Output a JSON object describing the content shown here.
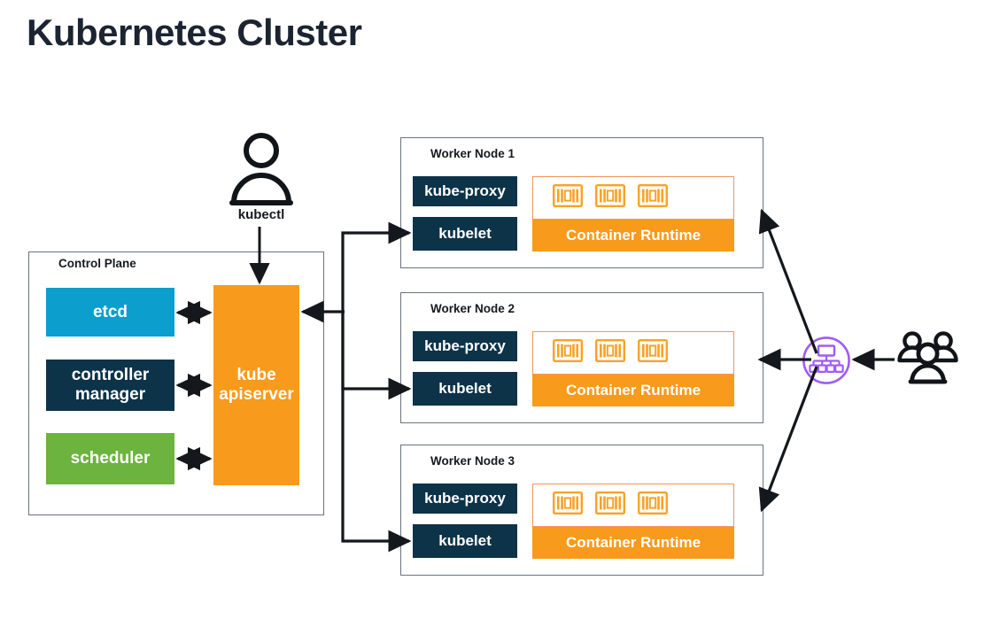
{
  "title": "Kubernetes Cluster",
  "colors": {
    "title": "#1b2430",
    "navy": "#0d3349",
    "etcd_cyan": "#0c9ecd",
    "scheduler_green": "#6cb33f",
    "orange": "#f89a1b",
    "pods_border": "#f2955a",
    "loadbalancer_purple": "#a05bf5",
    "box_border": "#6b7280",
    "arrow": "#14171c"
  },
  "actors": {
    "kubectl": {
      "label": "kubectl",
      "icon": "user-icon"
    },
    "load_balancer": {
      "icon": "load-balancer-icon",
      "label": ""
    },
    "users": {
      "icon": "users-group-icon",
      "label": ""
    }
  },
  "control_plane": {
    "label": "Control Plane",
    "components": [
      {
        "name": "etcd",
        "label": "etcd",
        "color": "cyan"
      },
      {
        "name": "controller-manager",
        "label": "controller\nmanager",
        "color": "navy"
      },
      {
        "name": "scheduler",
        "label": "scheduler",
        "color": "green"
      }
    ],
    "apiserver": {
      "name": "kube-apiserver",
      "label": "kube\napiserver",
      "color": "orange"
    }
  },
  "worker_nodes": [
    {
      "label": "Worker Node 1",
      "kube_proxy": "kube-proxy",
      "kubelet": "kubelet",
      "container_runtime": "Container Runtime",
      "pods": [
        "container-icon",
        "container-icon",
        "container-icon"
      ]
    },
    {
      "label": "Worker Node 2",
      "kube_proxy": "kube-proxy",
      "kubelet": "kubelet",
      "container_runtime": "Container Runtime",
      "pods": [
        "container-icon",
        "container-icon",
        "container-icon"
      ]
    },
    {
      "label": "Worker Node 3",
      "kube_proxy": "kube-proxy",
      "kubelet": "kubelet",
      "container_runtime": "Container Runtime",
      "pods": [
        "container-icon",
        "container-icon",
        "container-icon"
      ]
    }
  ]
}
